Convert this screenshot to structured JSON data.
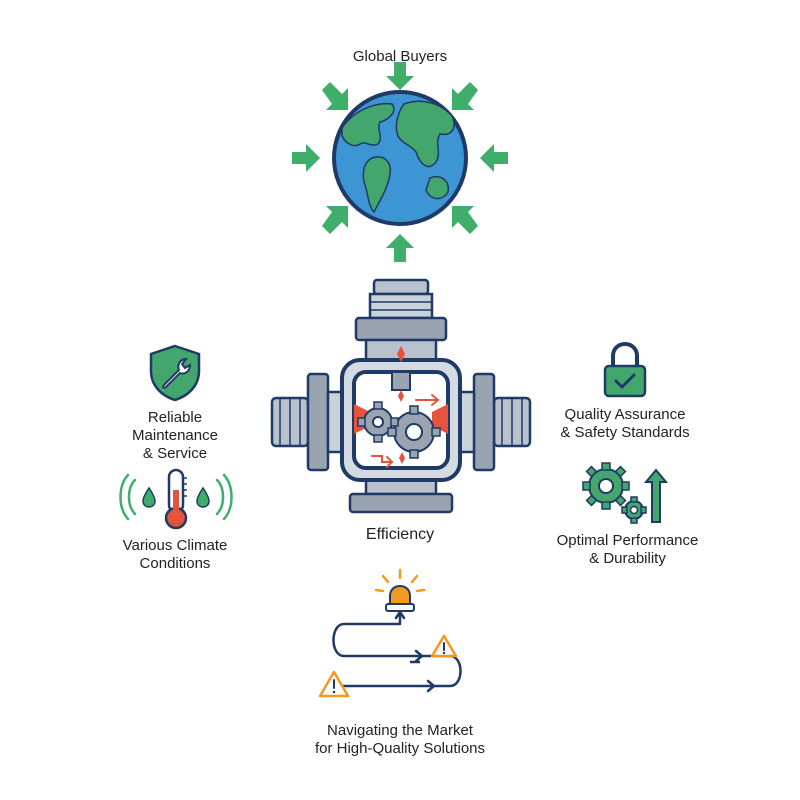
{
  "labels": {
    "global_buyers": "Global Buyers",
    "maintenance": [
      "Reliable",
      "Maintenance",
      "& Service"
    ],
    "climate": [
      "Various Climate",
      "Conditions"
    ],
    "efficiency": "Efficiency",
    "quality": [
      "Quality Assurance",
      "& Safety Standards"
    ],
    "performance": [
      "Optimal Performance",
      "& Durability"
    ],
    "market": [
      "Navigating the Market",
      "for High-Quality Solutions"
    ]
  },
  "icons": {
    "globe": "globe-icon",
    "maintenance": "shield-wrench-icon",
    "climate": "thermometer-icon",
    "valve": "valve-gear-icon",
    "quality": "padlock-check-icon",
    "performance": "gears-arrow-icon",
    "market": "winding-path-icon"
  },
  "colors": {
    "arrow_green": "#3fae6b",
    "ocean_blue": "#3d95d3",
    "land_green": "#43a66c",
    "navy": "#1f3a66",
    "steel": "#9aa4b1",
    "alert_red": "#e5533d",
    "warning_orange": "#f29a1f"
  }
}
